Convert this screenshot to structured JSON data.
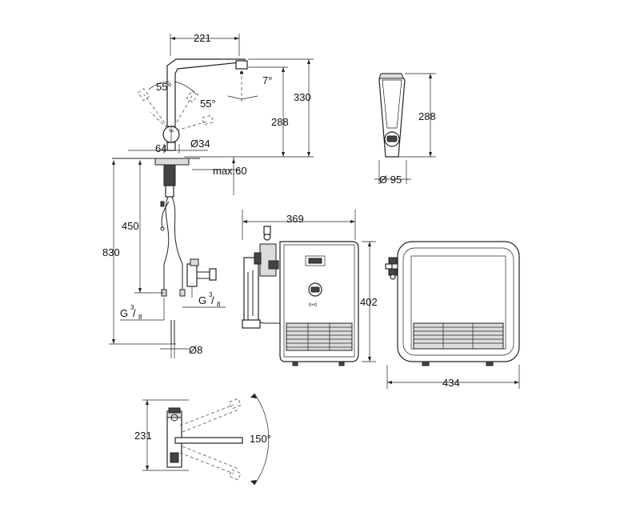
{
  "dimensions": {
    "spout_reach": "221",
    "angle_left": "55°",
    "angle_right": "55°",
    "spout_tilt": "7°",
    "height_total": "330",
    "height_body": "288",
    "base_width": "64",
    "base_diameter": "Ø34",
    "max_thickness": "max.60",
    "hose_length": "450",
    "total_length": "830",
    "thread_left": "G",
    "thread_right": "G",
    "thread_fraction_num": "3",
    "thread_fraction_den": "8",
    "tube_diameter": "Ø8",
    "front_height": "288",
    "front_diameter": "Ø 95",
    "boiler_width": "369",
    "boiler_height": "402",
    "chiller_width": "434",
    "top_view_depth": "231",
    "swivel_angle": "150°"
  },
  "unit_labels": {
    "boiler_badge": "0+0"
  }
}
